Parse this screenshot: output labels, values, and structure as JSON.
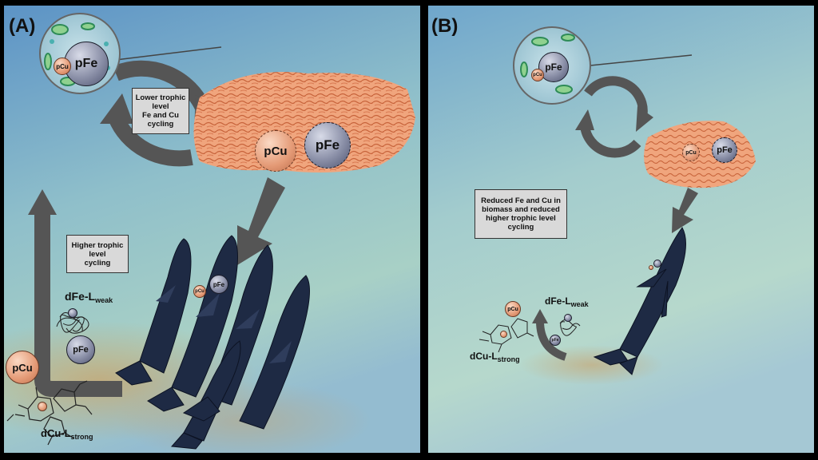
{
  "panels": {
    "a": {
      "label": "(A)",
      "box_lower": "Lower trophic\nlevel\nFe and Cu\ncycling",
      "box_higher": "Higher trophic\nlevel\ncycling",
      "inset_pfe": "pFe",
      "inset_pcu": "pCu",
      "krill_pcu": "pCu",
      "krill_pfe": "pFe",
      "whale_pcu": "pCu",
      "whale_pfe": "pFe",
      "free_pfe": "pFe",
      "free_pcu": "pCu",
      "dfe_main": "dFe-L",
      "dfe_sub": "weak",
      "dcu_main": "dCu-L",
      "dcu_sub": "strong"
    },
    "b": {
      "label": "(B)",
      "box_reduced": "Reduced Fe and Cu in\nbiomass and reduced\nhigher trophic level\ncycling",
      "inset_pfe": "pFe",
      "inset_pcu": "pCu",
      "krill_pcu": "pCu",
      "krill_pfe": "pFe",
      "free_pcu": "pCu",
      "free_pfe": "pFe",
      "dfe_main": "dFe-L",
      "dfe_sub": "weak",
      "dcu_main": "dCu-L",
      "dcu_sub": "strong"
    }
  },
  "colors": {
    "arrow": "#555555",
    "krill": "#e8926a",
    "whale": "#1e2a44",
    "ocean_top": "#5f95c4",
    "ocean_mid": "#9fc8c6"
  }
}
